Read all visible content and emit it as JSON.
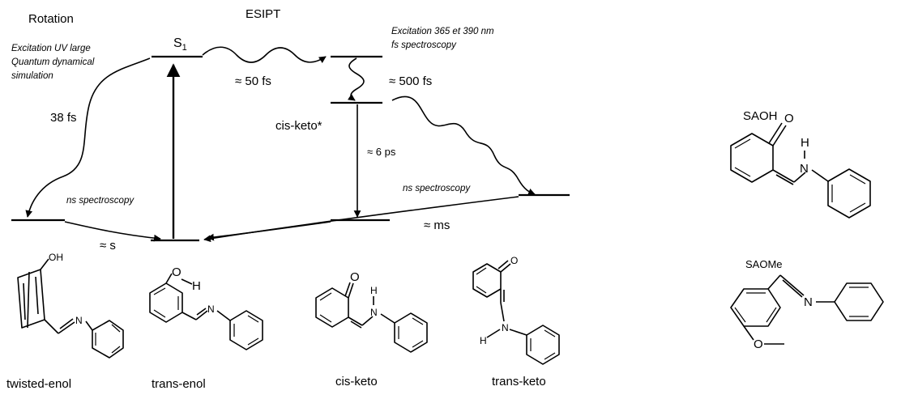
{
  "diagram": {
    "rotation_title": "Rotation",
    "esipt_title": "ESIPT",
    "s1_label": "S",
    "s1_subscript": "1",
    "rotation_note_line1": "Excitation UV large",
    "rotation_note_line2": "Quantum dynamical",
    "rotation_note_line3": "simulation",
    "esipt_note_line1": "Excitation 365 et 390 nm",
    "esipt_note_line2": "fs spectroscopy",
    "time_38fs": "38 fs",
    "time_50fs": "≈ 50 fs",
    "time_500fs": "≈ 500 fs",
    "cis_keto_star": "cis-keto*",
    "time_6ps": "≈ 6 ps",
    "ns_spectroscopy_left": "ns spectroscopy",
    "ns_spectroscopy_right": "ns spectroscopy",
    "time_ms": "≈ ms",
    "time_s": "≈ s"
  },
  "structures": [
    {
      "name": "twisted-enol",
      "oh_label": "OH",
      "n_label": "N"
    },
    {
      "name": "trans-enol",
      "o_label": "O",
      "h_label": "H",
      "n_label": "N"
    },
    {
      "name": "cis-keto",
      "o_label": "O",
      "h_label": "H",
      "n_label": "N"
    },
    {
      "name": "trans-keto",
      "o_label": "O",
      "h_label": "H",
      "n_label": "N"
    }
  ],
  "side_panel": {
    "saoh": {
      "title": "SAOH",
      "o_label": "O",
      "h_label": "H",
      "n_label": "N"
    },
    "saome": {
      "title": "SAOMe",
      "n_label": "N",
      "o_label": "O"
    }
  }
}
